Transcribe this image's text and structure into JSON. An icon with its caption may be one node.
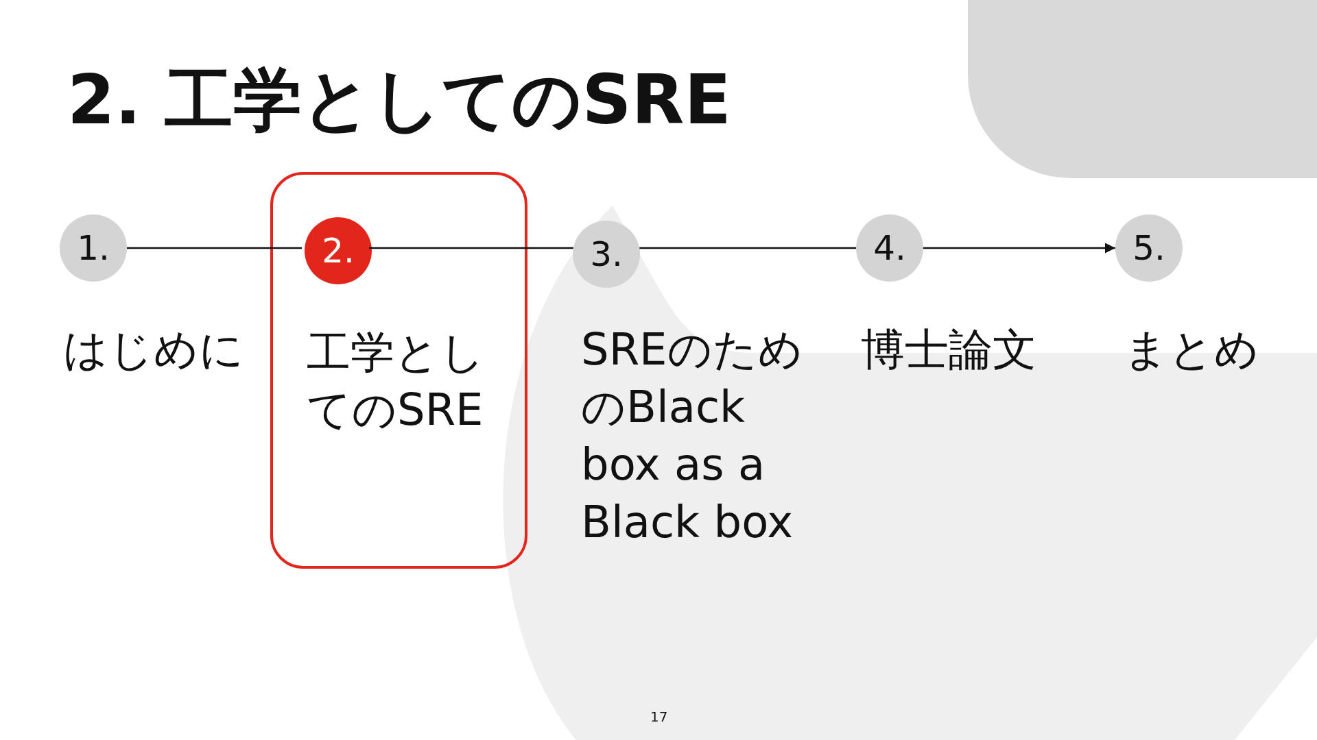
{
  "diagram": {
    "title": "2. 工学としてのSRE",
    "nodes": [
      {
        "text": [
          "1."
        ],
        "beside": [
          "はじめに"
        ]
      },
      {
        "text": [],
        "shape": "box"
      },
      {
        "text": [
          "2."
        ],
        "in": 1,
        "beside": [
          "工学としてのSRE"
        ]
      },
      {
        "text": [
          "3."
        ],
        "beside": [
          "SREのためのBlack box as a Black box"
        ]
      },
      {
        "text": [
          "4."
        ],
        "beside": [
          "博士論文"
        ]
      },
      {
        "text": [
          "5."
        ],
        "beside": [
          "まとめ"
        ]
      }
    ],
    "edges": [
      {
        "from": 0,
        "to": 2,
        "arrow": "none"
      },
      {
        "from": 2,
        "to": 3,
        "arrow": "none"
      },
      {
        "from": 3,
        "to": 4,
        "arrow": "none"
      },
      {
        "from": 4,
        "to": 5,
        "arrow": "to"
      }
    ],
    "labels": [
      "17"
    ]
  }
}
